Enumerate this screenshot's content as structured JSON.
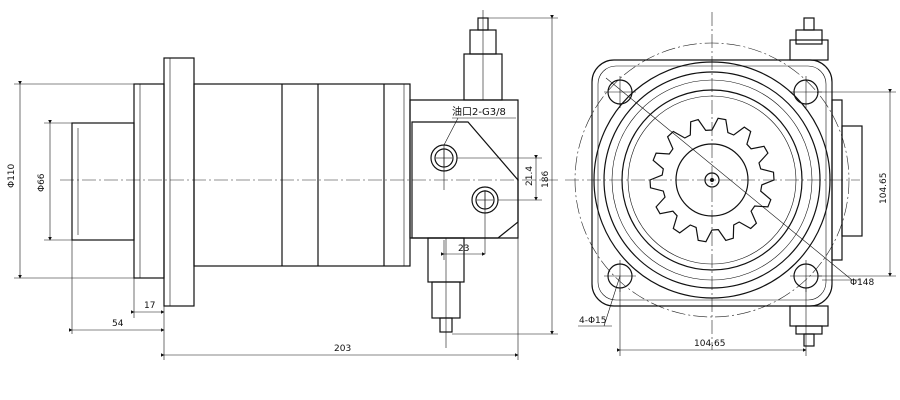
{
  "side_view": {
    "dim_diameter_110": "Φ110",
    "dim_diameter_66": "Φ66",
    "dim_17": "17",
    "dim_54": "54",
    "dim_203": "203",
    "dim_186": "186",
    "dim_21_4": "21.4",
    "dim_23": "23",
    "port_note": "油口2-G3/8"
  },
  "front_view": {
    "dim_width": "104.65",
    "dim_height": "104.65",
    "dim_bolt_circle": "Φ148",
    "dim_holes": "4-Φ15"
  }
}
